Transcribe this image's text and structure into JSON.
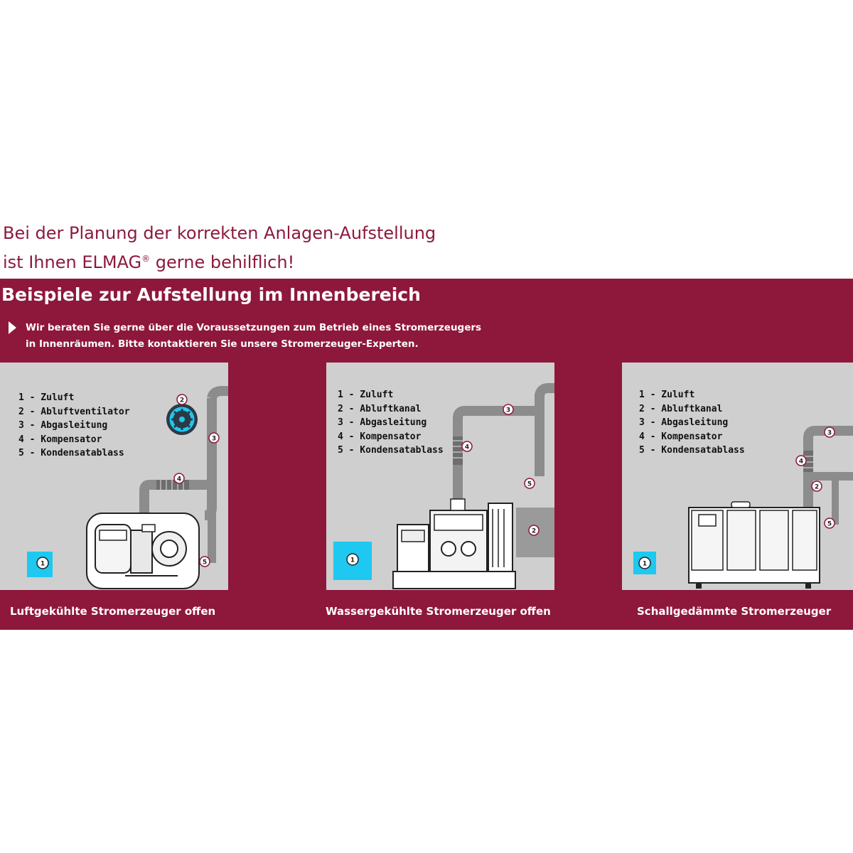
{
  "headline": {
    "line1": "Bei der Planung der korrekten Anlagen-Aufstellung",
    "line2_pre": "ist Ihnen ELMAG",
    "line2_reg": "®",
    "line2_post": " gerne behilflich!"
  },
  "band": {
    "title": "Beispiele zur Aufstellung im Innenbereich",
    "text_line1": "Wir beraten Sie gerne über die Voraussetzungen zum Betrieb eines Stromerzeugers",
    "text_line2": "in Innenräumen. Bitte kontaktieren Sie unsere Stromerzeuger-Experten."
  },
  "colors": {
    "brand": "#8e173c",
    "panel_bg": "#cfcfcf",
    "pipe": "#8c8c8c",
    "accent_cyan": "#1ec8f0"
  },
  "panels": [
    {
      "caption": "Luftgekühlte Stromerzeuger offen",
      "legend": [
        "1 - Zuluft",
        "2 - Abluftventilator",
        "3 - Abgasleitung",
        "4 - Kompensator",
        "5 - Kondensatablass"
      ],
      "markers": [
        "1",
        "2",
        "3",
        "4",
        "5"
      ],
      "icons": [
        "fan-icon",
        "air-cooled-generator-icon"
      ]
    },
    {
      "caption": "Wassergekühlte Stromerzeuger offen",
      "legend": [
        "1 - Zuluft",
        "2 - Abluftkanal",
        "3 - Abgasleitung",
        "4 - Kompensator",
        "5 - Kondensatablass"
      ],
      "markers": [
        "1",
        "2",
        "3",
        "4",
        "5"
      ],
      "icons": [
        "water-cooled-generator-icon"
      ]
    },
    {
      "caption": "Schallgedämmte Stromerzeuger",
      "legend": [
        "1 - Zuluft",
        "2 - Abluftkanal",
        "3 - Abgasleitung",
        "4 - Kompensator",
        "5 - Kondensatablass"
      ],
      "markers": [
        "1",
        "2",
        "3",
        "4",
        "5"
      ],
      "icons": [
        "soundproof-generator-icon"
      ]
    }
  ]
}
